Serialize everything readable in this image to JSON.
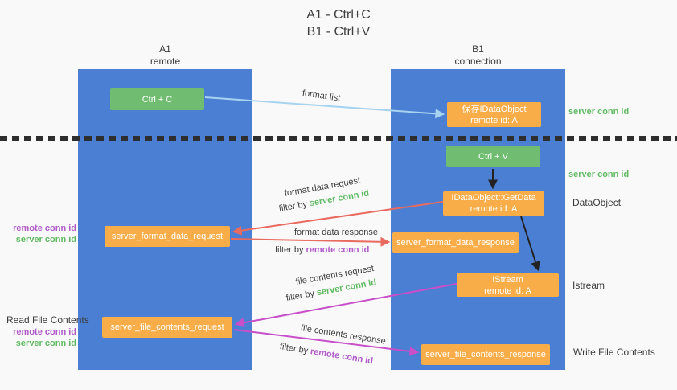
{
  "title": {
    "line1": "A1 - Ctrl+C",
    "line2": "B1 - Ctrl+V"
  },
  "columns": {
    "left": {
      "id": "A1",
      "name": "remote"
    },
    "right": {
      "id": "B1",
      "name": "connection"
    }
  },
  "nodes": {
    "ctrl_c": "Ctrl + C",
    "ctrl_v": "Ctrl + V",
    "save_dataobject": {
      "title": "保存IDataObject",
      "subtitle": "remote id: A"
    },
    "getdata": {
      "title": "IDataObject::GetData",
      "subtitle": "remote id: A"
    },
    "istream": {
      "title": "IStream",
      "subtitle": "remote id: A"
    },
    "server_format_data_request": "server_format_data_request",
    "server_format_data_response": "server_format_data_response",
    "server_file_contents_request": "server_file_contents_request",
    "server_file_contents_response": "server_file_contents_response"
  },
  "edge_labels": {
    "format_list": "format list",
    "format_data_request": "format data request",
    "format_data_request_filter": {
      "prefix": "filter by ",
      "value": "server conn id"
    },
    "format_data_response": "format data response",
    "format_data_response_filter": {
      "prefix": "filter by ",
      "value": "remote conn id"
    },
    "file_contents_request": "file contents request",
    "file_contents_request_filter": {
      "prefix": "filter by ",
      "value": "server conn id"
    },
    "file_contents_response": "file contents response",
    "file_contents_response_filter": {
      "prefix": "filter by ",
      "value": "remote conn id"
    }
  },
  "side_labels": {
    "server_conn_id_top": "server conn id",
    "server_conn_id_mid": "server conn id",
    "dataobject": "DataObject",
    "istream": "Istream",
    "write_file_contents": "Write File Contents",
    "read_file_contents": "Read File Contents",
    "format_remote_conn_id": "remote conn id",
    "format_server_conn_id": "server conn id",
    "file_remote_conn_id": "remote conn id",
    "file_server_conn_id": "server conn id"
  },
  "colors": {
    "column_blue": "#4b7fd3",
    "box_orange": "#f8ad49",
    "box_green": "#70bd71",
    "label_green": "#5fba61",
    "label_purple": "#b05ac9",
    "arrow_salmon": "#e96a5f",
    "arrow_magenta": "#c84fc9",
    "arrow_light_blue": "#a6d3f0",
    "arrow_black": "#222222",
    "text_dark": "#3d3d3d"
  }
}
